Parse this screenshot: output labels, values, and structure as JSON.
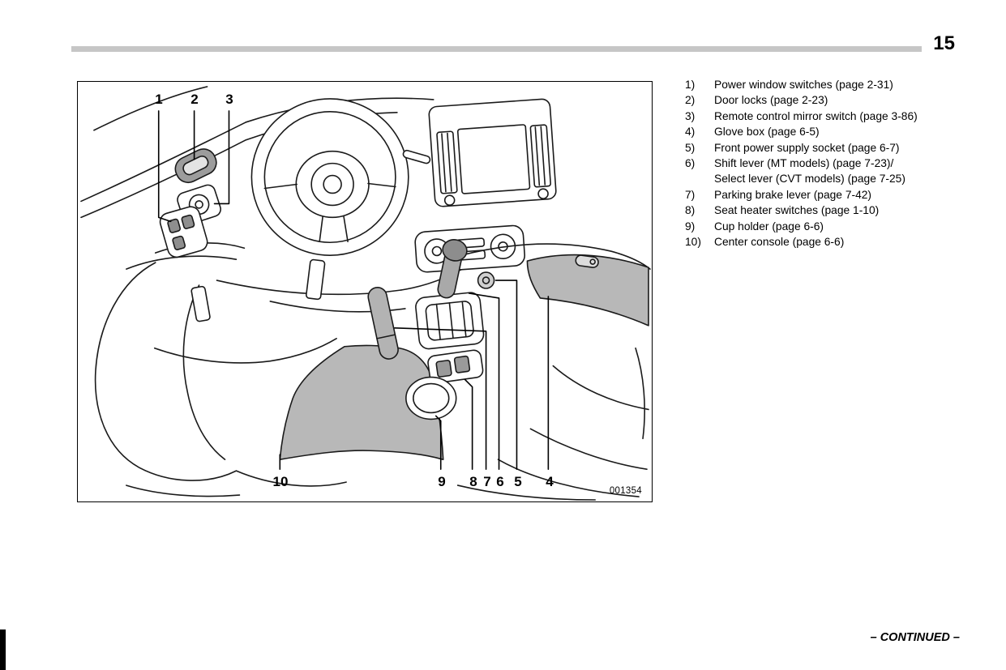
{
  "page": {
    "number": "15",
    "continued_label": "– CONTINUED –"
  },
  "figure": {
    "code": "001354",
    "callouts_top": [
      "1",
      "2",
      "3"
    ],
    "callouts_bottom": [
      "10",
      "9",
      "8",
      "7",
      "6",
      "5",
      "4"
    ]
  },
  "legend": {
    "items": [
      {
        "num": "1)",
        "text": "Power window switches (page 2-31)"
      },
      {
        "num": "2)",
        "text": "Door locks (page 2-23)"
      },
      {
        "num": "3)",
        "text": "Remote control mirror switch (page 3-86)"
      },
      {
        "num": "4)",
        "text": "Glove box (page 6-5)"
      },
      {
        "num": "5)",
        "text": "Front power supply socket (page 6-7)"
      },
      {
        "num": "6)",
        "text": "Shift lever (MT models) (page 7-23)/\nSelect lever (CVT models) (page 7-25)"
      },
      {
        "num": "7)",
        "text": "Parking brake lever (page 7-42)"
      },
      {
        "num": "8)",
        "text": "Seat heater switches (page 1-10)"
      },
      {
        "num": "9)",
        "text": "Cup holder (page 6-6)"
      },
      {
        "num": "10)",
        "text": "Center console (page 6-6)"
      }
    ]
  }
}
